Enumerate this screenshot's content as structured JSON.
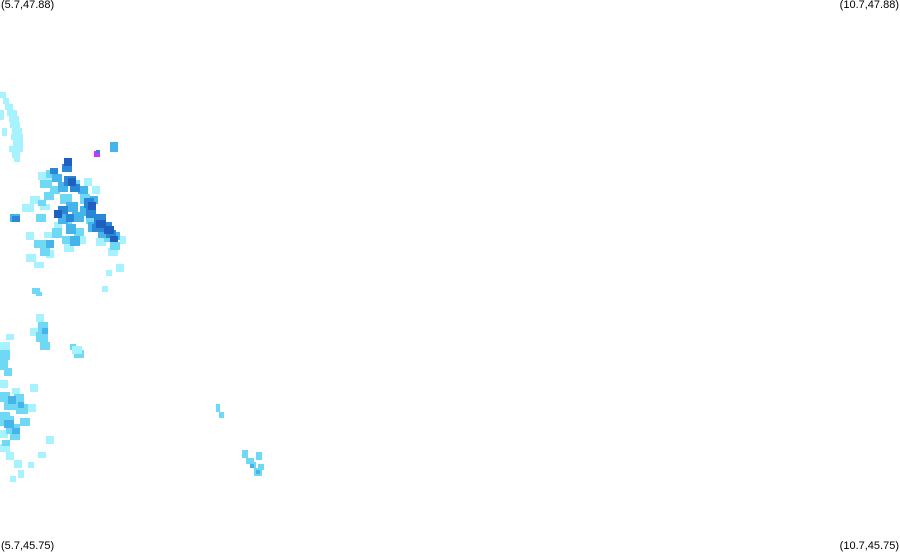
{
  "corners": {
    "top_left": "(5.7,47.88)",
    "top_right": "(10.7,47.88)",
    "bottom_left": "(5.7,45.75)",
    "bottom_right": "(10.7,45.75)"
  },
  "bounds": {
    "lon_min": 5.7,
    "lon_max": 10.7,
    "lat_min": 45.75,
    "lat_max": 47.88
  },
  "intensity_colors": {
    "very_light": "#a6f3ff",
    "light": "#6fd8f4",
    "moderate": "#44b4eb",
    "heavy": "#2a86d6",
    "very_heavy": "#1f5fbf",
    "extreme": "#cc33ff"
  }
}
